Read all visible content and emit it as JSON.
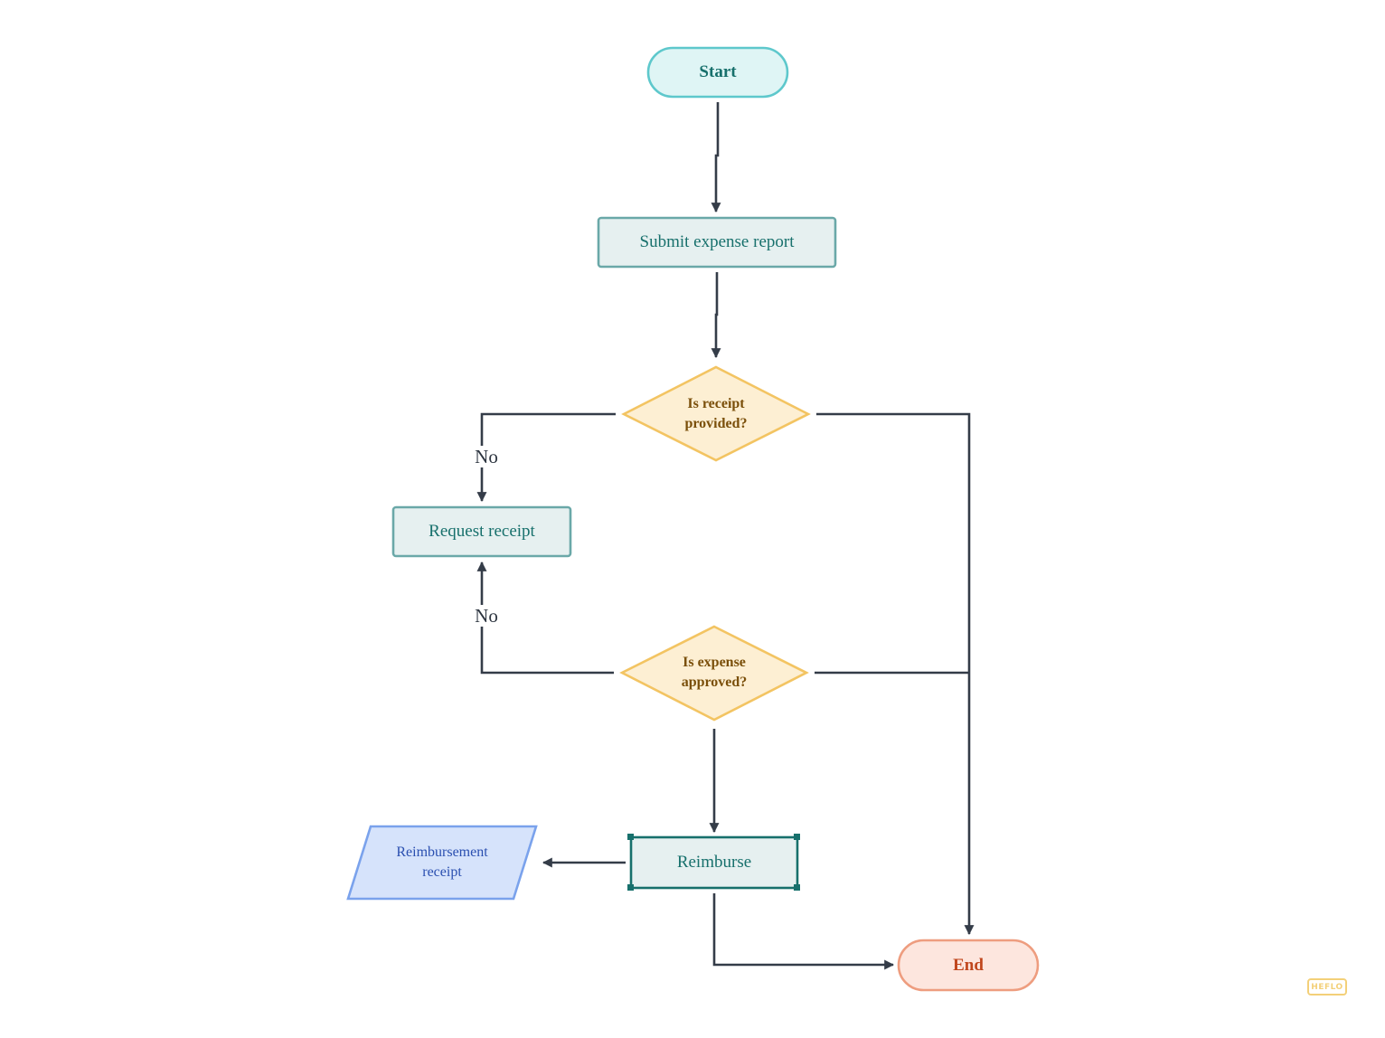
{
  "diagram": {
    "nodes": {
      "start": {
        "text": "Start",
        "fill": "#dff5f5",
        "stroke": "#5ec8cc",
        "color": "#17706c"
      },
      "submit": {
        "text": "Submit expense report",
        "fill": "#e6f0f0",
        "stroke": "#6aa8a8"
      },
      "receipt_q": {
        "text": "Is receipt provided?",
        "fill": "#fdefd3",
        "stroke": "#f3c462"
      },
      "request": {
        "text": "Request receipt",
        "fill": "#e6f0f0",
        "stroke": "#6aa8a8"
      },
      "approved_q": {
        "text": "Is expense approved?",
        "fill": "#fdefd3",
        "stroke": "#f3c462"
      },
      "reimburse": {
        "text": "Reimburse",
        "fill": "#e6f0f0",
        "stroke": "#17706c"
      },
      "reimb_receipt": {
        "text": "Reimbursement receipt",
        "fill": "#d6e3fb",
        "stroke": "#7aa2ec"
      },
      "end": {
        "text": "End",
        "fill": "#fde6de",
        "stroke": "#ee9d7f",
        "color": "#c0461c"
      }
    },
    "edge_labels": {
      "receipt_no": "No",
      "approved_no": "No"
    },
    "connector_color": "#343c48"
  }
}
